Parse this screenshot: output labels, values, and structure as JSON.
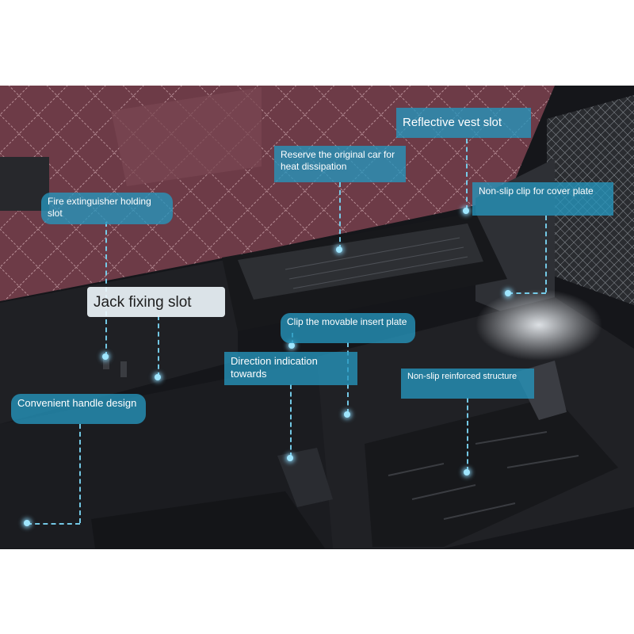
{
  "callouts": {
    "reflective_vest": "Reflective vest slot",
    "heat_dissipation": "Reserve the original car for heat dissipation",
    "fire_extinguisher": "Fire extinguisher holding slot",
    "cover_plate_clip": "Non-slip clip for cover plate",
    "jack": "Jack fixing slot",
    "insert_plate": "Clip the movable insert plate",
    "direction": "Direction indication towards",
    "handle": "Convenient handle design",
    "reinforced": "Non-slip reinforced structure"
  },
  "colors": {
    "callout_blue": "#2596be",
    "leader_cyan": "#78d2f0",
    "carpet": "#6e3d48",
    "tray": "#1c1d20"
  }
}
